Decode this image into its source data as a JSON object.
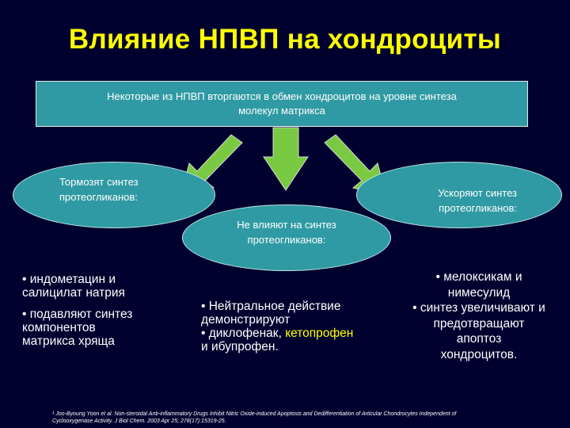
{
  "title": "Влияние НПВП на хондроциты",
  "top_box": {
    "line1": "Некоторые из НПВП вторгаются в обмен хондроцитов на уровне синтеза",
    "line2": "молекул матрикса"
  },
  "ovals": {
    "left": {
      "line1": "Тормозят синтез",
      "line2": "протеогликанов:"
    },
    "right": {
      "line1": "Ускоряют синтез",
      "line2": "протеогликанов:"
    },
    "center": {
      "line1": "Не влияют на синтез",
      "line2": "протеогликанов:"
    }
  },
  "left_col": {
    "item1_l1": "• индометацин и",
    "item1_l2": "салицилат натрия",
    "item2_l1": "• подавляют синтез",
    "item2_l2": "компонентов",
    "item2_l3": "матрикса хряща"
  },
  "mid_col": {
    "l1": "• Нейтральное действие",
    "l2": "демонстрируют",
    "l3_pre": "• диклофенак, ",
    "l3_hl": "кетопрофен",
    "l4": "и ибупрофен."
  },
  "right_col": {
    "l1": "• мелоксикам и",
    "l2": "нимесулид",
    "l3": "• синтез увеличивают и",
    "l4": "предотвращают",
    "l5": "апоптоз",
    "l6": "хондроцитов."
  },
  "footnote": {
    "l1": "¹ Joo-Byoung Yoon et al. Non-steroidal Anti-inflammatory Drugs Inhibit Nitric Oxide-induced Apoptosis and Dedifferentiation of Articular Chondrocytes Independent of",
    "l2": "Cyclooxygenase Activity. J Biol Chem. 2003 Apr 25; 278(17):15319-25."
  },
  "colors": {
    "background": "#00002e",
    "title": "#ffff00",
    "box": "#2f9aa3",
    "arrow": "#7ac943",
    "highlight": "#ffff00"
  }
}
